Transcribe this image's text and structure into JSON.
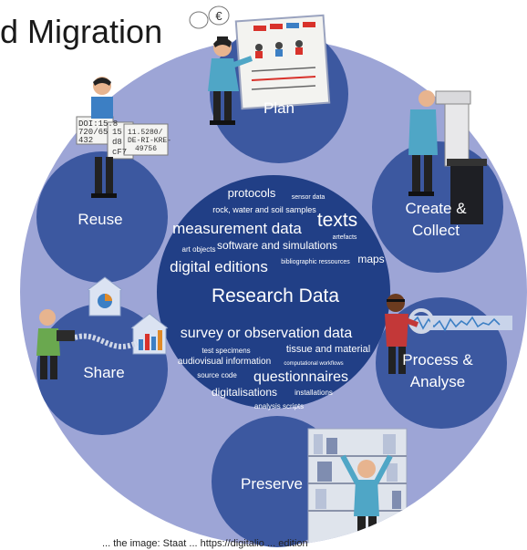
{
  "header": {
    "title": "d Migration"
  },
  "center": {
    "title": "Research Data",
    "terms": [
      "protocols",
      "sensor data",
      "rock, water and soil samples",
      "texts",
      "measurement data",
      "artefacts",
      "art objects",
      "software and simulations",
      "bibliographic ressources",
      "maps",
      "digital editions",
      "survey or observation data",
      "test specimens",
      "tissue and material",
      "audiovisual information",
      "computational workflows",
      "source code",
      "questionnaires",
      "digitalisations",
      "installations",
      "analysis scripts"
    ]
  },
  "stages": [
    {
      "label": "Plan"
    },
    {
      "label": "Create &",
      "label2": "Collect"
    },
    {
      "label": "Process &",
      "label2": "Analyse"
    },
    {
      "label": "Preserve"
    },
    {
      "label": "Share"
    },
    {
      "label": "Reuse"
    }
  ],
  "illustrations": {
    "reuse_left_sign": [
      "DOI:15.8",
      "720/65",
      "432"
    ],
    "reuse_mid_sign": [
      "15",
      "d8",
      "cF7"
    ],
    "reuse_right_sign": [
      "11.5280/",
      "DE-RI-KRE-",
      "49756"
    ],
    "plan_bubble": "€"
  },
  "footer": {
    "caption": "... the image: Staat ... https://digitalio ... edition"
  },
  "colors": {
    "outer_ring": "#9da5d6",
    "stage_circle": "#3c58a0",
    "center_circle": "#213f86",
    "text": "#ffffff"
  }
}
